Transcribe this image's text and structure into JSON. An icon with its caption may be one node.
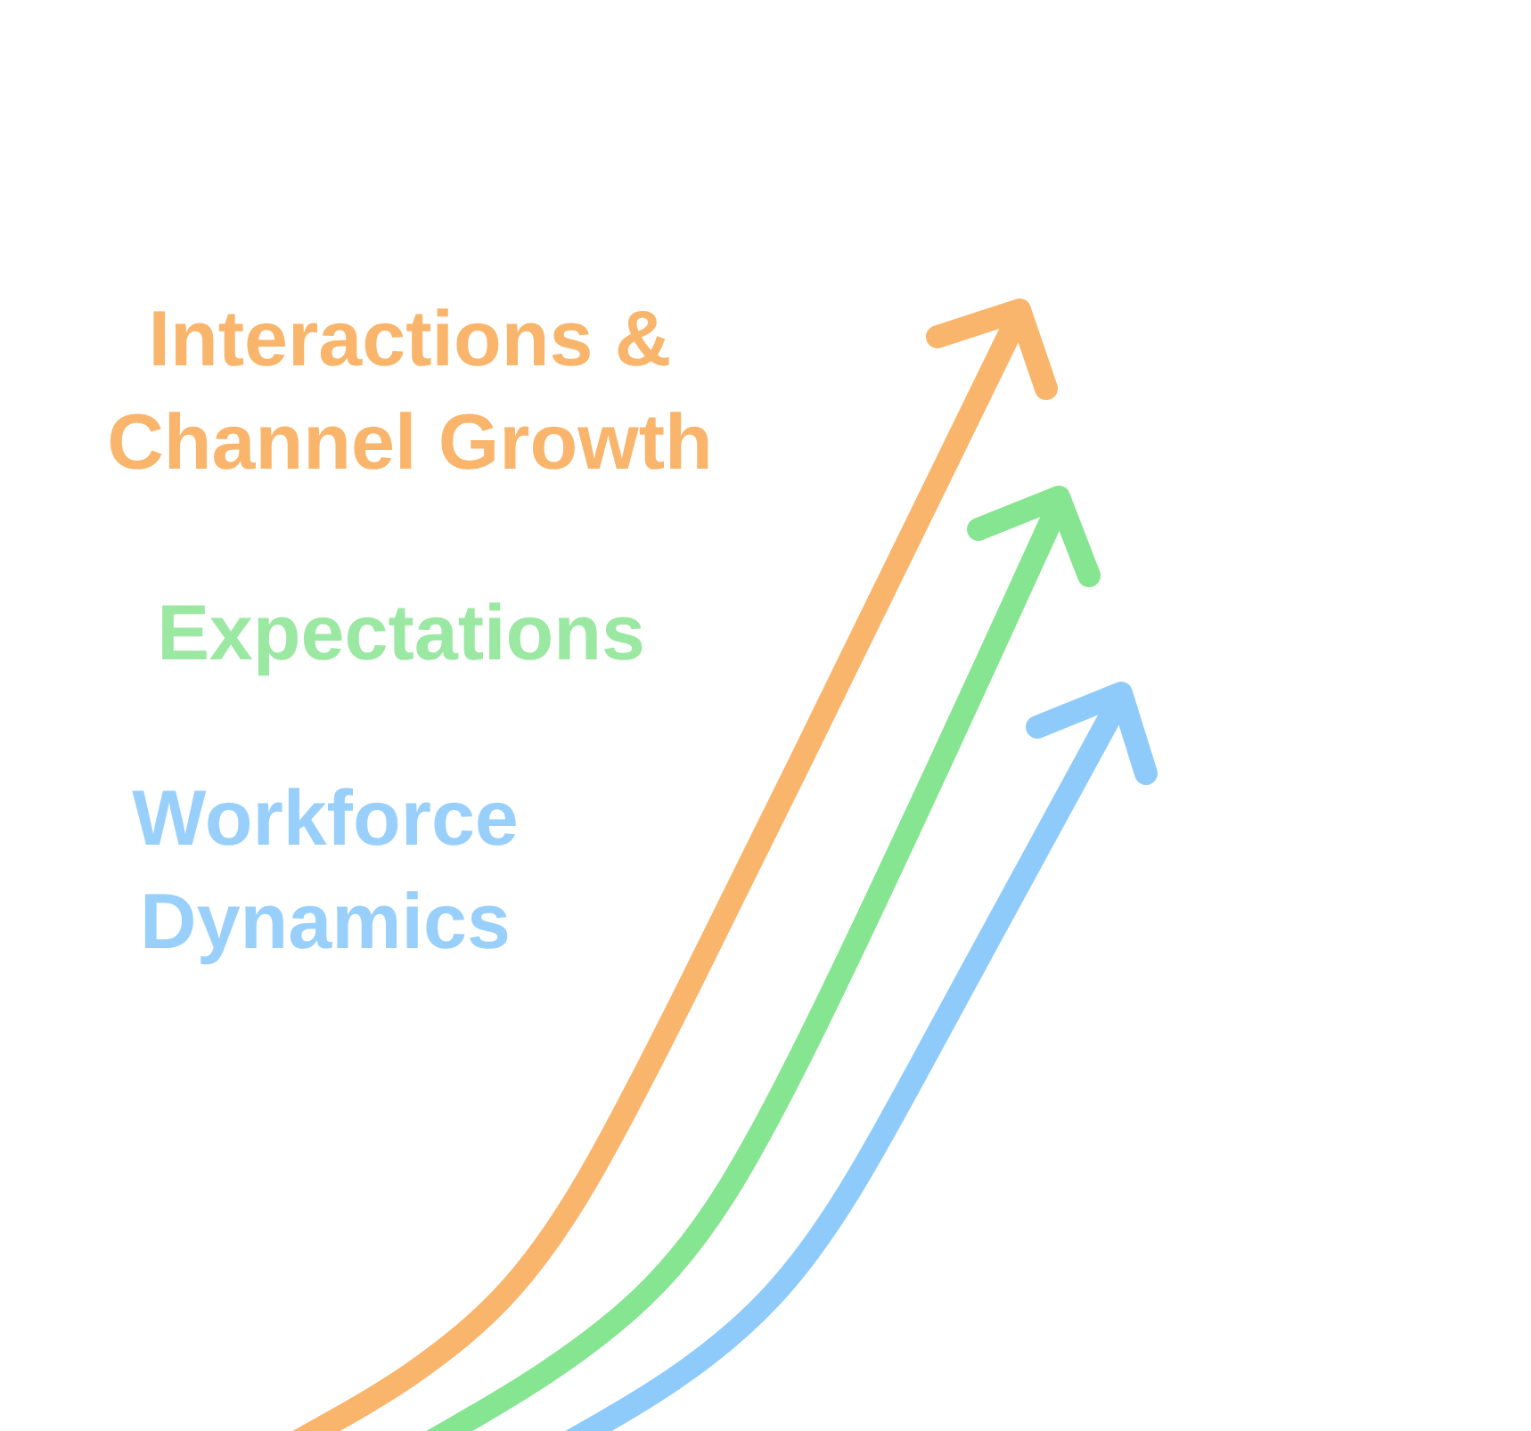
{
  "diagram": {
    "labels": [
      "Interactions & Channel Growth",
      "Expectations",
      "Workforce Dynamics"
    ]
  }
}
